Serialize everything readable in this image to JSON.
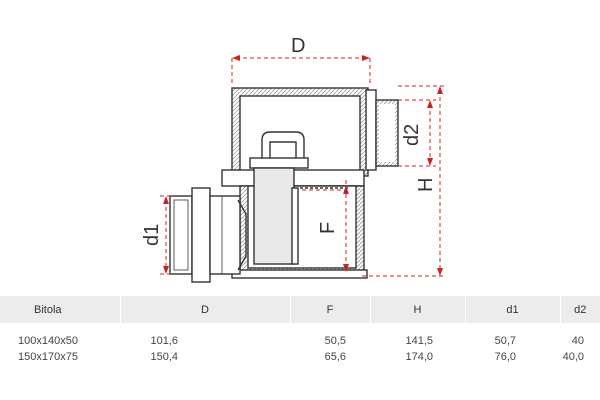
{
  "diagram": {
    "labels": {
      "D": "D",
      "F": "F",
      "H": "H",
      "d1": "d1",
      "d2": "d2"
    },
    "colors": {
      "outline": "#333333",
      "dimension": "#cc2222",
      "hatch": "#9a9a9a",
      "shade": "#e9e9e9"
    }
  },
  "table": {
    "headers": [
      "Bitola",
      "D",
      "F",
      "H",
      "d1",
      "d2"
    ],
    "rows": [
      [
        "100x140x50",
        "101,6",
        "50,5",
        "141,5",
        "50,7",
        "40"
      ],
      [
        "150x170x75",
        "150,4",
        "65,6",
        "174,0",
        "76,0",
        "40,0"
      ]
    ]
  }
}
